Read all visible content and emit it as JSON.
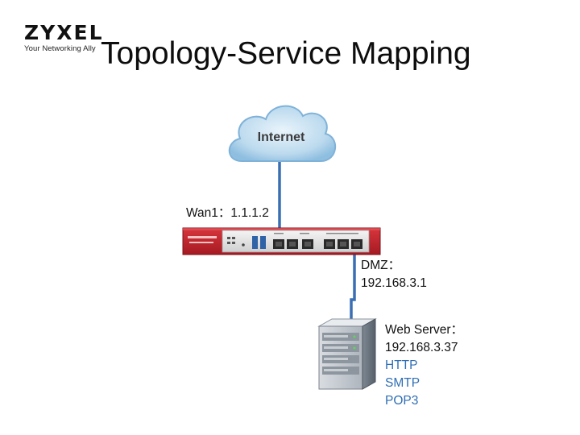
{
  "brand": {
    "name": "ZYXEL",
    "tagline": "Your Networking Ally"
  },
  "title": "Topology-Service Mapping",
  "cloud": {
    "label": "Internet"
  },
  "firewall": {
    "wan_label": "Wan1：1.1.1.2"
  },
  "dmz": {
    "label": "DMZ：",
    "ip": "192.168.3.1"
  },
  "server": {
    "label": "Web Server：",
    "ip": "192.168.3.37",
    "services": [
      "HTTP",
      "SMTP",
      "POP3"
    ]
  },
  "colors": {
    "link": "#3a6fb3",
    "firewall_red": "#c0222b",
    "service_text": "#2f6eb5"
  }
}
